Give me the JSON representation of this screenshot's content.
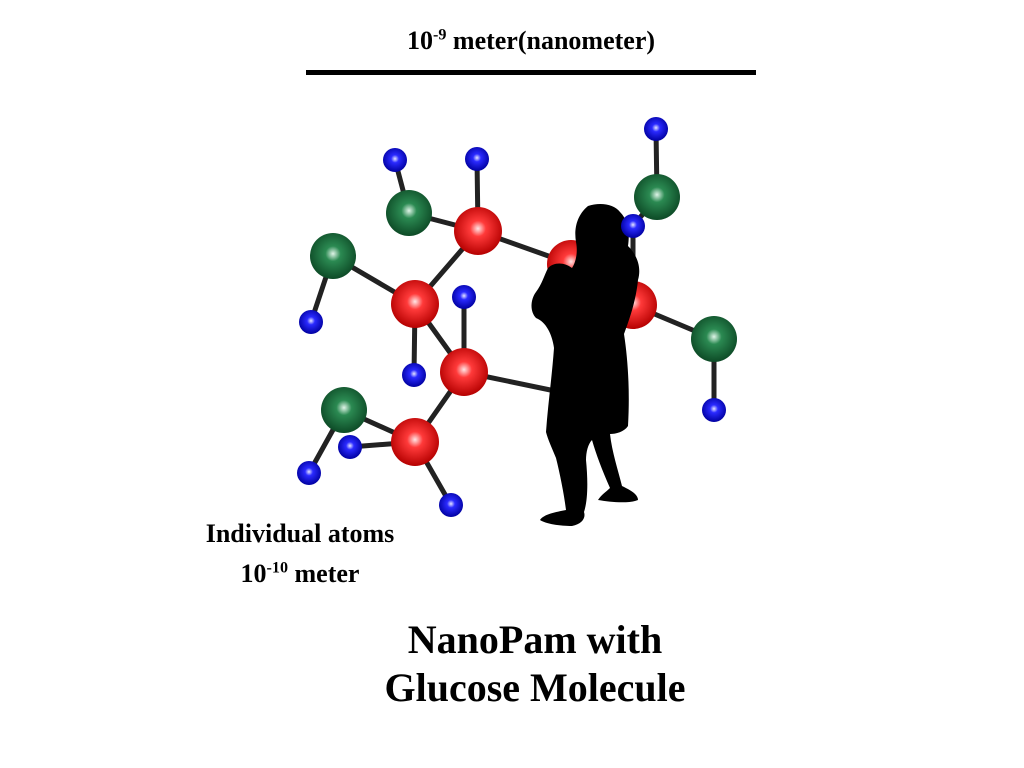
{
  "scale": {
    "base": "10",
    "exponent": "-9",
    "text": " meter(nanometer)"
  },
  "atoms": {
    "line1": "Individual atoms",
    "base": "10",
    "exponent": "-10",
    "text": " meter"
  },
  "caption": {
    "line1": "NanoPam with",
    "line2": "Glucose Molecule"
  },
  "colors": {
    "carbon_oxygen_red": "#ff2020",
    "green_atom": "#1f7a45",
    "hydrogen_blue": "#1a1aff",
    "bond": "#222222",
    "silhouette": "#000000"
  },
  "icons": {
    "figure": "woman-silhouette-icon"
  }
}
